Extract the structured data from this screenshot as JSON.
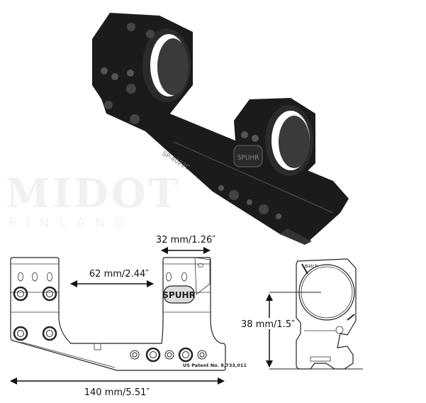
{
  "watermark": {
    "brand": "MIDOT",
    "country": "FINLAND"
  },
  "render_3d": {
    "model_label": "SP-4022C",
    "logo": "SPUHR"
  },
  "side_view": {
    "logo": "SPUHR",
    "patent": "US Patent No. 8,733,011",
    "dim_ring_width": "32 mm/1.26″",
    "dim_ring_spacing": "62 mm/2.44″",
    "dim_total_length": "140 mm/5.51″"
  },
  "end_view": {
    "batch_label": "Batch",
    "dim_height": "38 mm/1.5″"
  },
  "colors": {
    "body": "#1b1b1b",
    "line": "#222222",
    "watermark": "#f1f1f1"
  }
}
